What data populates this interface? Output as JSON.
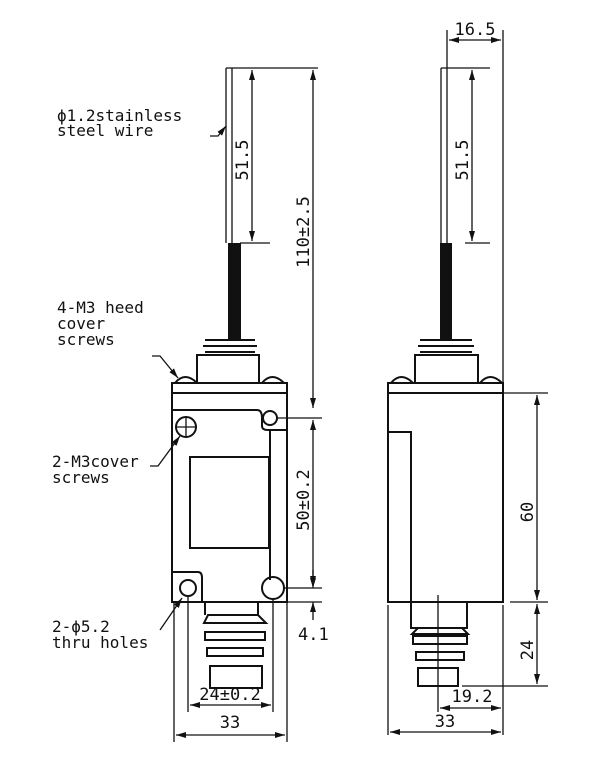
{
  "labels": {
    "wire_1": "ϕ1.2stainless",
    "wire_2": "steel wire",
    "heed_1": "4-M3 heed",
    "heed_2": "cover",
    "heed_3": "screws",
    "cover_1": "2-M3cover",
    "cover_2": "screws",
    "holes_1": "2-ϕ5.2",
    "holes_2": "thru holes"
  },
  "dims": {
    "front_wire": "51.5",
    "front_total": "110±2.5",
    "front_hole_pitch_v": "50±0.2",
    "front_offset": "4.1",
    "front_hole_pitch_h": "24±0.2",
    "front_width": "33",
    "side_top": "16.5",
    "side_wire": "51.5",
    "side_body": "60",
    "side_plunger": "24",
    "side_offset": "19.2",
    "side_width": "33"
  },
  "colors": {
    "line": "#111111",
    "background": "#ffffff"
  }
}
